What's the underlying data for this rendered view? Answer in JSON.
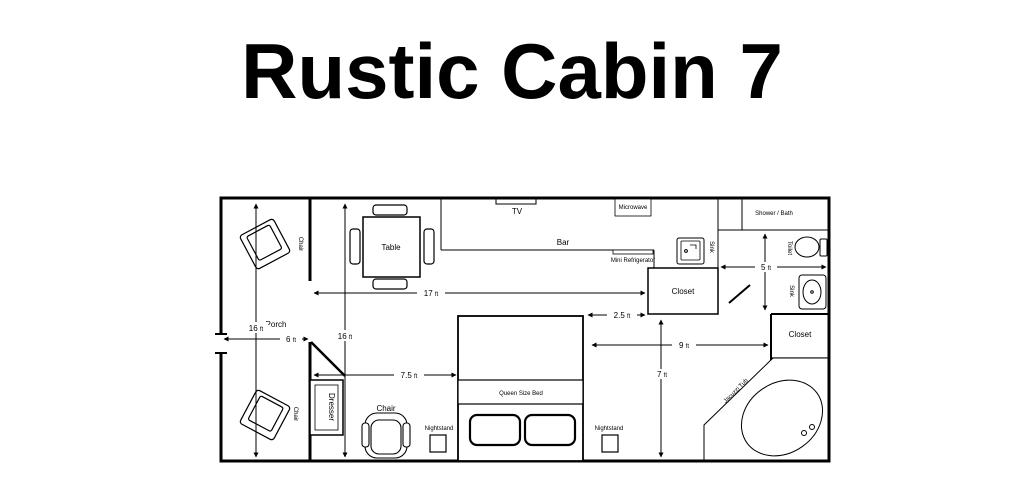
{
  "title": "Rustic Cabin 7",
  "rooms": {
    "porch": "Porch",
    "shower_bath": "Shower / Bath",
    "closet_1": "Closet",
    "closet_2": "Closet"
  },
  "fixtures": {
    "tv": "TV",
    "microwave": "Microwave",
    "bar": "Bar",
    "mini_refrigerator": "Mini Refrigerator",
    "sink_kitchen": "Sink",
    "toilet": "Toilet",
    "sink_bath": "Sink",
    "jacuzzi_tub": "Jacuzzi Tub"
  },
  "furniture": {
    "table": "Table",
    "chair_porch_top": "Chair",
    "chair_porch_bottom": "Chair",
    "chair_bedroom": "Chair",
    "dresser": "Dresser",
    "queen_bed": "Queen Size Bed",
    "nightstand_left": "Nightstand",
    "nightstand_right": "Nightstand"
  },
  "dimensions": {
    "porch_height": "16",
    "porch_width": "6",
    "room_height": "16",
    "room_width": "17",
    "dresser_to_bed": "7.5",
    "bed_to_closet": "2.5",
    "bed_to_tub": "9",
    "bath_depth": "7",
    "bath_width": "5",
    "unit": "ft"
  }
}
